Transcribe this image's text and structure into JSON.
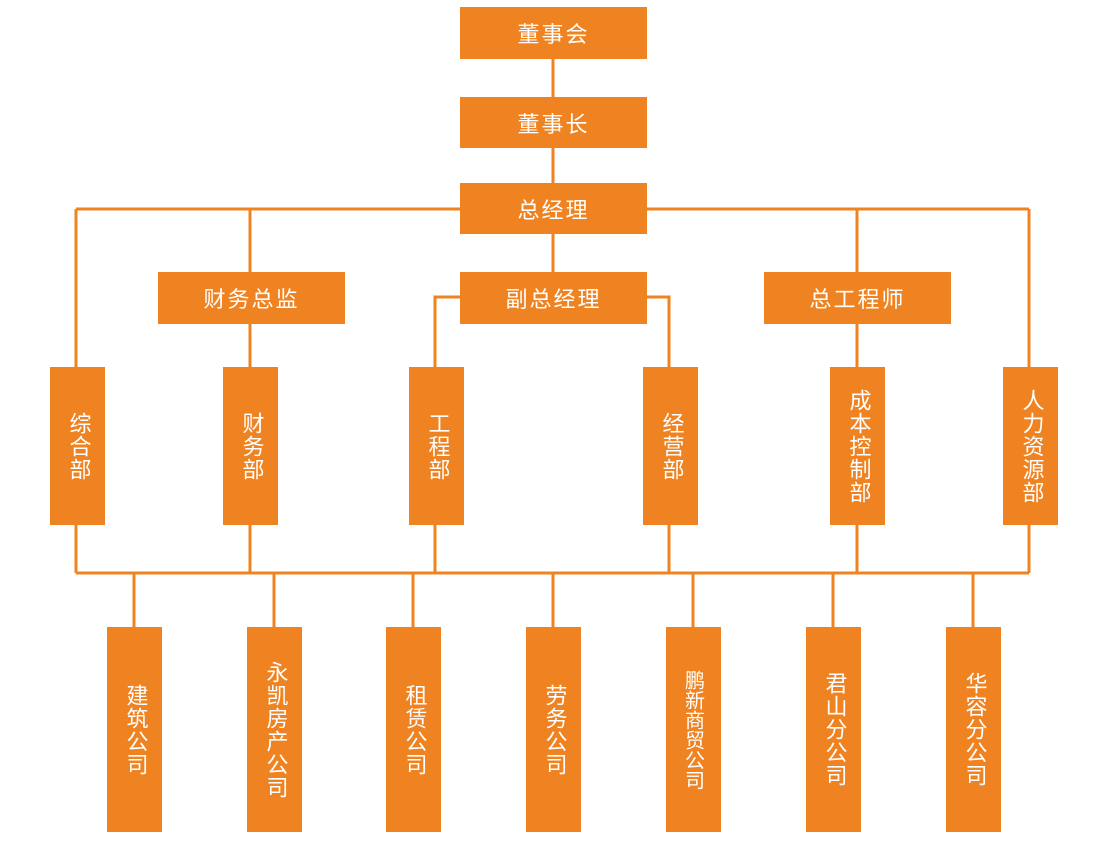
{
  "colors": {
    "box": "#F08321",
    "line": "#F08321",
    "text": "#FFFFFF",
    "background": "#FFFFFF"
  },
  "nodes": {
    "board": "董事会",
    "chairman": "董事长",
    "general_manager": "总经理",
    "finance_director": "财务总监",
    "deputy_general_manager": "副总经理",
    "chief_engineer": "总工程师",
    "departments": {
      "general_affairs": "综合部",
      "finance": "财务部",
      "engineering": "工程部",
      "operations": "经营部",
      "cost_control": "成本控制部",
      "human_resources": "人力资源部"
    },
    "companies": {
      "construction": "建筑公司",
      "yongkai_real_estate": "永凯房产公司",
      "leasing": "租赁公司",
      "labor": "劳务公司",
      "pengxin_trading": "鹏新商贸公司",
      "junshan_branch": "君山分公司",
      "huarong_branch": "华容分公司"
    }
  }
}
